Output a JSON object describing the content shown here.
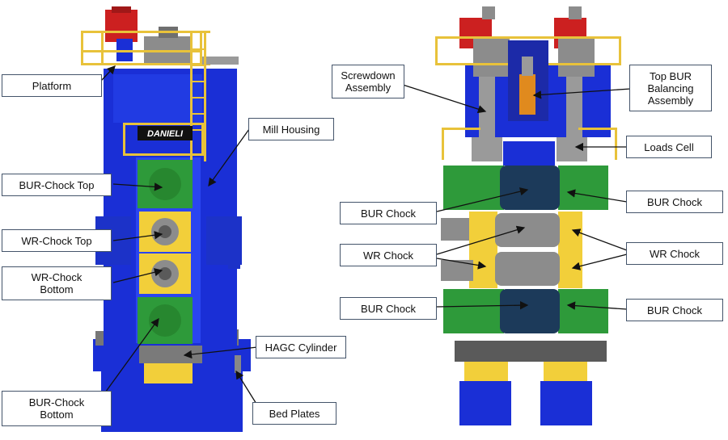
{
  "colors": {
    "housing_blue": "#1a2fd6",
    "chock_green": "#2e9a3a",
    "chock_yellow": "#f2cf3a",
    "motor_red": "#cc2020",
    "roll_gray": "#8c8c8c",
    "roll_navy": "#1c3a5a",
    "platform_yellow": "#e8c23a",
    "label_border": "#44546a"
  },
  "brand_plate": "DANIELI",
  "labels": {
    "platform": "Platform",
    "mill_housing": "Mill Housing",
    "bur_chock_top": "BUR-Chock Top",
    "wr_chock_top": "WR-Chock Top",
    "wr_chock_bottom": "WR-Chock\nBottom",
    "hagc_cylinder": "HAGC Cylinder",
    "bur_chock_bottom": "BUR-Chock\nBottom",
    "bed_plates": "Bed Plates",
    "screwdown_assembly": "Screwdown\nAssembly",
    "top_bur_balancing": "Top BUR\nBalancing\nAssembly",
    "loads_cell": "Loads Cell",
    "bur_chock_left_top": "BUR Chock",
    "bur_chock_right_top": "BUR Chock",
    "wr_chock_left": "WR Chock",
    "wr_chock_right": "WR Chock",
    "bur_chock_left_bottom": "BUR Chock",
    "bur_chock_right_bottom": "BUR Chock"
  }
}
